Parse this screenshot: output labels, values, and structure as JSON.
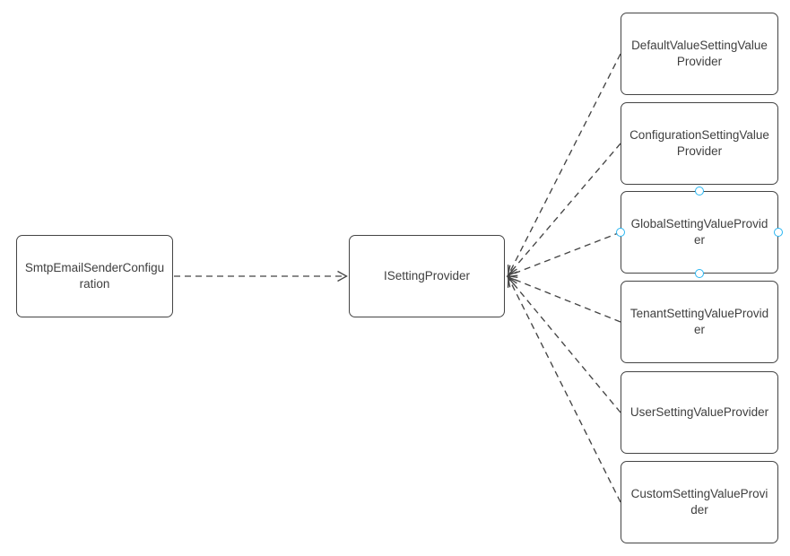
{
  "diagram": {
    "type": "class-dependency-diagram",
    "colors": {
      "canvas_background": "#ffffff",
      "node_stroke": "#444444",
      "node_fill": "#ffffff",
      "text": "#3f3f3f",
      "connection_point_accent": "#29b6f2",
      "edge_stroke": "#444444"
    },
    "nodes": {
      "source": {
        "label": "SmtpEmailSenderConfiguration"
      },
      "interface": {
        "label": "ISettingProvider"
      },
      "providers": [
        {
          "label": "DefaultValueSettingValueProvider"
        },
        {
          "label": "ConfigurationSettingValueProvider"
        },
        {
          "label": "GlobalSettingValueProvider",
          "has_connection_points": true
        },
        {
          "label": "TenantSettingValueProvider"
        },
        {
          "label": "UserSettingValueProvider"
        },
        {
          "label": "CustomSettingValueProvider"
        }
      ]
    },
    "edges": [
      {
        "from": "SmtpEmailSenderConfiguration",
        "to": "ISettingProvider",
        "style": "dashed",
        "arrow": "open",
        "direction": "left-to-right"
      },
      {
        "from": "DefaultValueSettingValueProvider",
        "to": "ISettingProvider",
        "style": "dashed",
        "arrow": "open"
      },
      {
        "from": "ConfigurationSettingValueProvider",
        "to": "ISettingProvider",
        "style": "dashed",
        "arrow": "open"
      },
      {
        "from": "GlobalSettingValueProvider",
        "to": "ISettingProvider",
        "style": "dashed",
        "arrow": "open"
      },
      {
        "from": "TenantSettingValueProvider",
        "to": "ISettingProvider",
        "style": "dashed",
        "arrow": "open"
      },
      {
        "from": "UserSettingValueProvider",
        "to": "ISettingProvider",
        "style": "dashed",
        "arrow": "open"
      },
      {
        "from": "CustomSettingValueProvider",
        "to": "ISettingProvider",
        "style": "dashed",
        "arrow": "open"
      }
    ]
  }
}
